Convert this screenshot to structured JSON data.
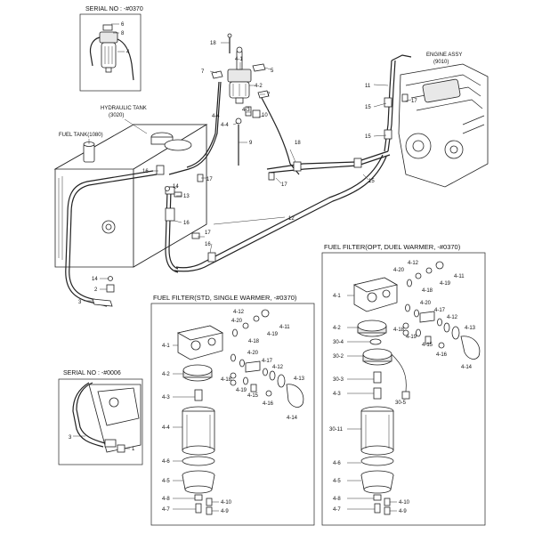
{
  "top_left_inset": {
    "serial": "SERIAL NO : -#0370",
    "labels": [
      "6",
      "8",
      "4"
    ]
  },
  "bottom_left_inset": {
    "serial": "SERIAL NO : -#0006",
    "labels": [
      "3",
      "1"
    ]
  },
  "assembly": {
    "hydraulic_tank": [
      "HYDRAULIC TANK",
      "(3020)"
    ],
    "fuel_tank": "FUEL TANK(1080)",
    "engine_assy": [
      "ENGINE ASSY",
      "(9010)"
    ],
    "labels": [
      "18",
      "7",
      "4-1",
      "5",
      "4-2",
      "7",
      "4-3",
      "10",
      "4-4",
      "9",
      "16",
      "18",
      "17",
      "14",
      "13",
      "17",
      "16",
      "17",
      "12",
      "15",
      "16",
      "14",
      "2",
      "3",
      "11",
      "17",
      "15",
      "15",
      "4-4"
    ]
  },
  "std_panel": {
    "title": "FUEL FILTER(STD, SINGLE WARMER, -#0370)",
    "labels": [
      "4-12",
      "4-20",
      "4-11",
      "4-19",
      "4-1",
      "4-18",
      "4-20",
      "4-17",
      "4-12",
      "4-2",
      "4-13",
      "4-18",
      "4-19",
      "4-15",
      "4-16",
      "4-3",
      "4-14",
      "4-4",
      "4-6",
      "4-5",
      "4-8",
      "4-10",
      "4-7",
      "4-9"
    ]
  },
  "opt_panel": {
    "title": "FUEL FILTER(OPT, DUEL WARMER, -#0370)",
    "labels": [
      "4-12",
      "4-20",
      "4-11",
      "4-19",
      "4-18",
      "4-1",
      "4-20",
      "4-17",
      "4-12",
      "4-2",
      "4-18",
      "4-19",
      "4-13",
      "4-15",
      "30-4",
      "4-16",
      "30-2",
      "4-14",
      "30-3",
      "4-3",
      "30-5",
      "30-11",
      "4-6",
      "4-5",
      "4-8",
      "4-10",
      "4-7",
      "4-9"
    ]
  }
}
